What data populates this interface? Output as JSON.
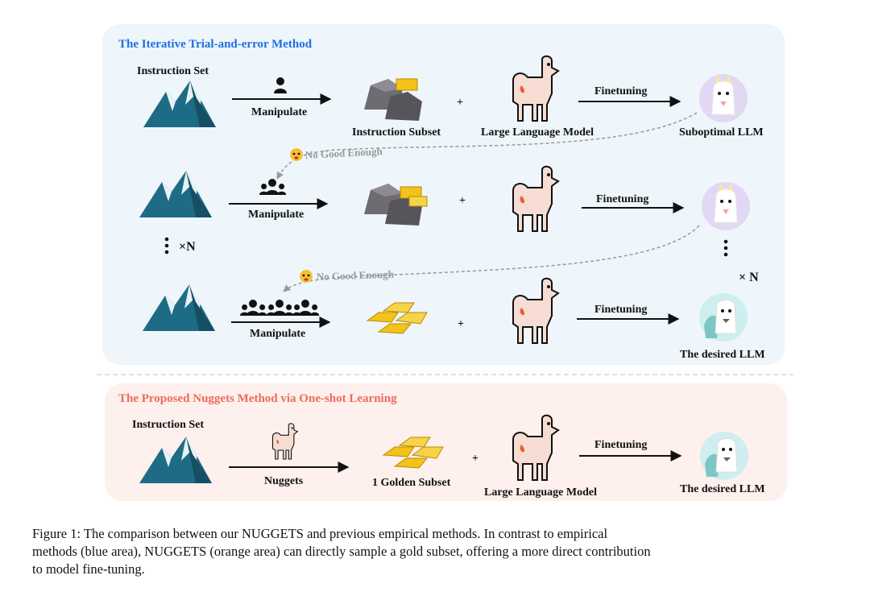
{
  "top_panel": {
    "title": "The Iterative Trial-and-error Method",
    "instruction_set": "Instruction Set",
    "rows": [
      {
        "action": "Manipulate",
        "subset": "Instruction Subset",
        "model": "Large Language Model",
        "finetune": "Finetuning",
        "result": "Suboptimal LLM"
      },
      {
        "action": "Manipulate",
        "finetune": "Finetuning"
      },
      {
        "action": "Manipulate",
        "finetune": "Finetuning",
        "result": "The desired LLM"
      }
    ],
    "feedback_1": "No Good Enough",
    "feedback_2": "No Good Enough",
    "plus": "+",
    "repeat_left": "×N",
    "repeat_right": "× N"
  },
  "bottom_panel": {
    "title": "The Proposed Nuggets Method via One-shot Learning",
    "instruction_set": "Instruction Set",
    "action": "Nuggets",
    "subset": "1 Golden Subset",
    "plus": "+",
    "model": "Large Language Model",
    "finetune": "Finetuning",
    "result": "The desired LLM"
  },
  "caption": {
    "line1": "Figure 1: The comparison between our NUGGETS and previous empirical methods. In contrast to empirical",
    "line2": "methods (blue area), NUGGETS (orange area) can directly sample a gold subset, offering a more direct contribution",
    "line3": "to model fine-tuning."
  },
  "colors": {
    "top_panel_bg": "#eef6fb",
    "bottom_panel_bg": "#fdf0ed",
    "title_blue": "#1f6fe0",
    "title_red": "#ec6b5a",
    "mountain": "#1e6b86",
    "rock": "#6f6b73",
    "gold": "#f3c21b",
    "llama": "#f6dcd2"
  }
}
